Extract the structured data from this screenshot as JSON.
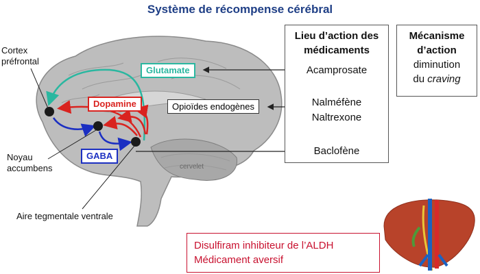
{
  "title": "Système de récompense cérébral",
  "labels": {
    "cortex": [
      "Cortex",
      "préfrontal"
    ],
    "noyau": [
      "Noyau",
      "accumbens"
    ],
    "aire": "Aire tegmentale ventrale",
    "cervelet": "cervelet"
  },
  "neurotransmitters": {
    "glutamate": "Glutamate",
    "dopamine": "Dopamine",
    "gaba": "GABA"
  },
  "opioides": "Opioïdes endogènes",
  "table": {
    "col1_header": [
      "Lieu d’action des",
      "médicaments"
    ],
    "col2_header": [
      "Mécanisme",
      "d’action"
    ],
    "mechanism": [
      "diminution",
      "du craving"
    ],
    "drugs": [
      "Acamprosate",
      "Nalméfène",
      "Naltrexone",
      "Baclofène"
    ]
  },
  "disulfiram": [
    "Disulfiram inhibiteur de l’ALDH",
    "Médicament aversif"
  ],
  "colors": {
    "title": "#1f3f86",
    "glutamate": "#2ab7a0",
    "dopamine": "#d9231f",
    "gaba": "#1b2fc2",
    "liver": "#b8432a"
  }
}
